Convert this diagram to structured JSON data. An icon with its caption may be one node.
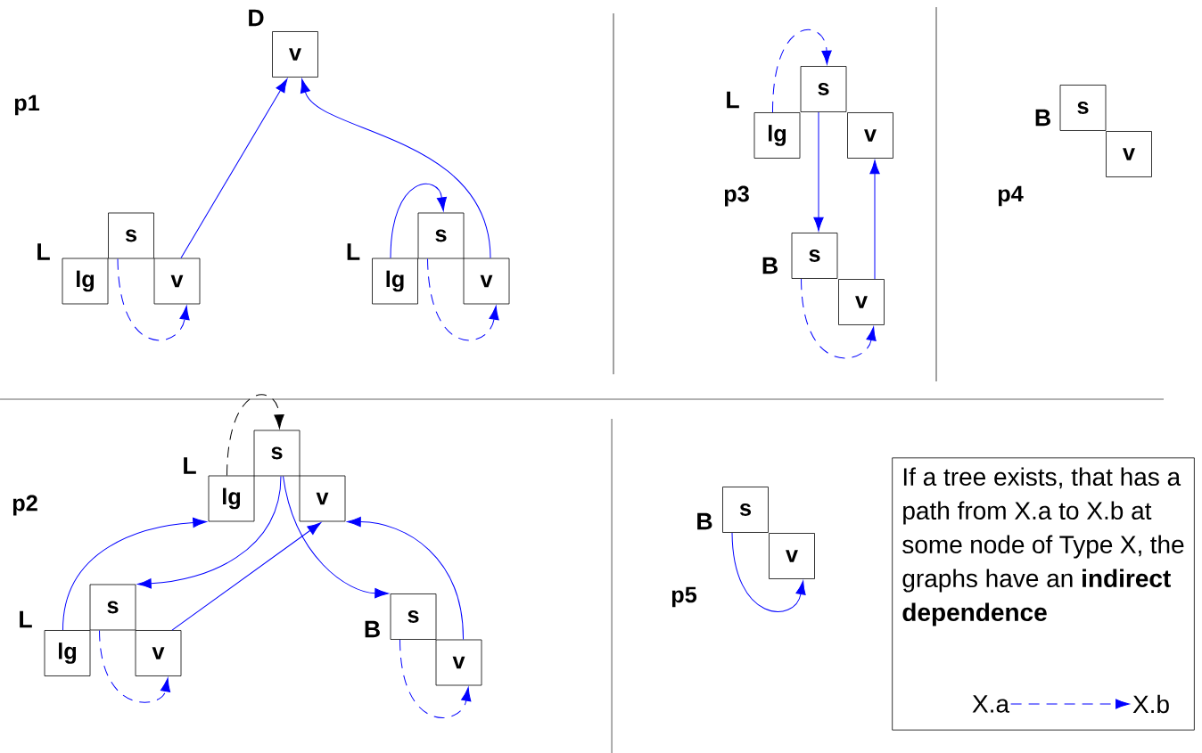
{
  "diagram": {
    "nodes": [
      {
        "text": [
          "v"
        ],
        "beside": [
          "D"
        ]
      },
      {
        "text": [
          "lg"
        ],
        "beside": [
          "L"
        ]
      },
      {
        "text": [
          "s"
        ]
      },
      {
        "text": [
          "v"
        ]
      },
      {
        "text": [
          "lg"
        ],
        "beside": [
          "L"
        ]
      },
      {
        "text": [
          "s"
        ]
      },
      {
        "text": [
          "v"
        ]
      },
      {
        "text": [
          "lg"
        ],
        "beside": [
          "L"
        ]
      },
      {
        "text": [
          "s"
        ]
      },
      {
        "text": [
          "v"
        ]
      },
      {
        "text": [
          "s"
        ],
        "beside": [
          "B"
        ]
      },
      {
        "text": [
          "v"
        ]
      },
      {
        "text": [
          "s"
        ],
        "beside": [
          "B"
        ]
      },
      {
        "text": [
          "v"
        ]
      },
      {
        "text": [
          "lg"
        ],
        "beside": [
          "L"
        ]
      },
      {
        "text": [
          "s"
        ]
      },
      {
        "text": [
          "v"
        ]
      },
      {
        "text": [
          "lg"
        ],
        "beside": [
          "L"
        ]
      },
      {
        "text": [
          "s"
        ]
      },
      {
        "text": [
          "v"
        ]
      },
      {
        "text": [
          "s"
        ],
        "beside": [
          "B"
        ]
      },
      {
        "text": [
          "v"
        ]
      },
      {
        "text": [
          "s"
        ],
        "beside": [
          "B"
        ]
      },
      {
        "text": [
          "v"
        ]
      },
      {
        "text": [
          "If a tree exists, that has a path from X.a to X.b at some node of Type X, the graphs have an **indirect dependence**"
        ]
      },
      {
        "text": [
          "X.a"
        ],
        "in": 24
      },
      {
        "text": [
          "X.b"
        ],
        "in": 24
      }
    ],
    "edges": [
      {
        "from": 3,
        "to": 0,
        "arrow": "to"
      },
      {
        "from": 6,
        "to": 0,
        "arrow": "to"
      },
      {
        "from": 4,
        "to": 5,
        "arrow": "to"
      },
      {
        "from": 2,
        "to": 3,
        "arrow": "to",
        "style": "dashed"
      },
      {
        "from": 5,
        "to": 6,
        "arrow": "to",
        "style": "dashed"
      },
      {
        "from": 7,
        "to": 8,
        "arrow": "to",
        "style": "dashed"
      },
      {
        "from": 8,
        "to": 10,
        "arrow": "to"
      },
      {
        "from": 11,
        "to": 9,
        "arrow": "to"
      },
      {
        "from": 10,
        "to": 11,
        "arrow": "to",
        "style": "dashed"
      },
      {
        "from": 14,
        "to": 15,
        "arrow": "to",
        "style": "dashed",
        "color": "#000000"
      },
      {
        "from": 17,
        "to": 14,
        "arrow": "to"
      },
      {
        "from": 15,
        "to": 18,
        "arrow": "to"
      },
      {
        "from": 19,
        "to": 16,
        "arrow": "to"
      },
      {
        "from": 15,
        "to": 20,
        "arrow": "to"
      },
      {
        "from": 21,
        "to": 16,
        "arrow": "to"
      },
      {
        "from": 18,
        "to": 19,
        "arrow": "to",
        "style": "dashed"
      },
      {
        "from": 20,
        "to": 21,
        "arrow": "to",
        "style": "dashed"
      },
      {
        "from": 22,
        "to": 23,
        "arrow": "to"
      },
      {
        "from": 25,
        "to": 26,
        "arrow": "to",
        "style": "dashed"
      }
    ],
    "labels": [
      "p1",
      "p3",
      "p4",
      "p2",
      "p5"
    ]
  }
}
